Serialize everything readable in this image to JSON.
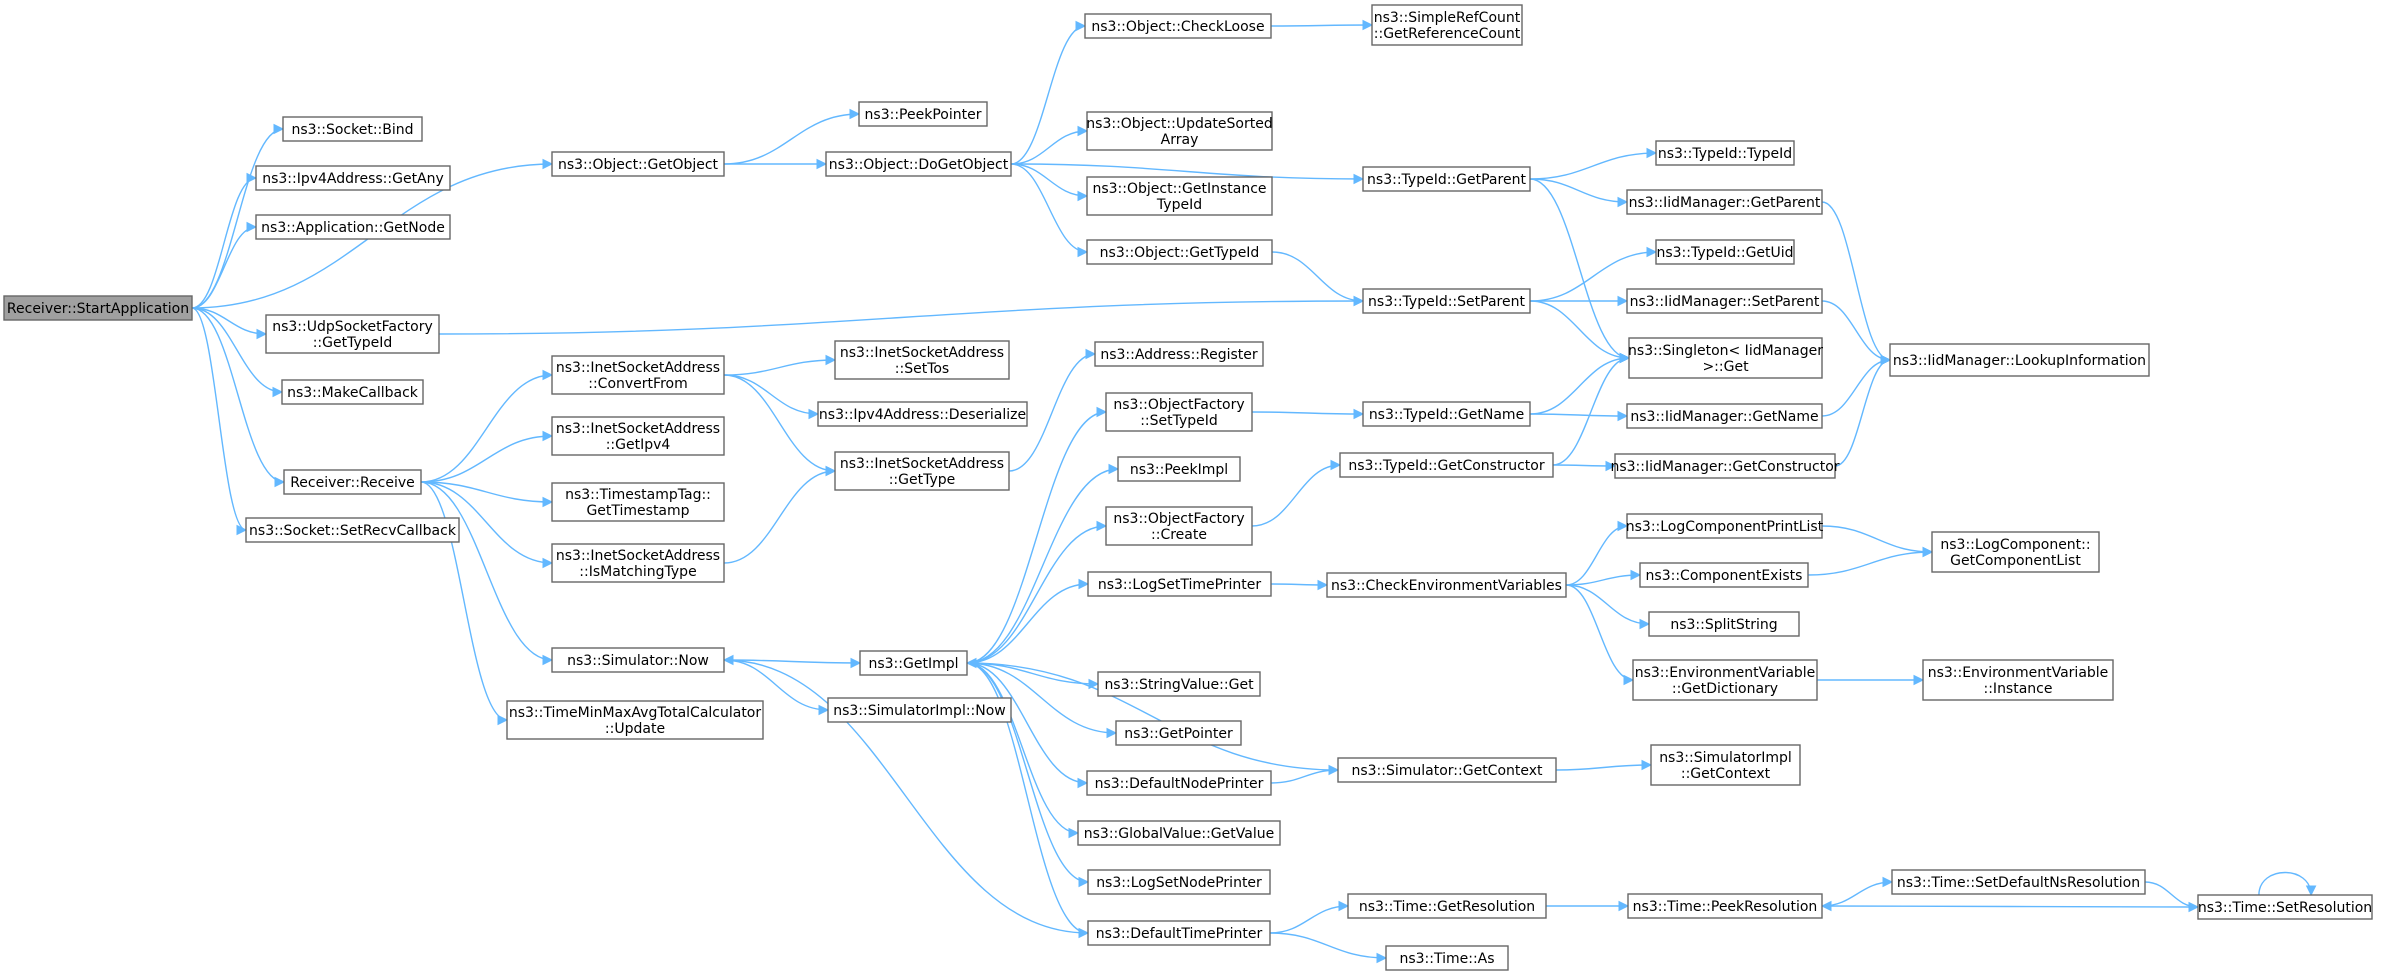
{
  "diagram": {
    "type": "call-graph",
    "colors": {
      "edge": "#63b8ff",
      "root_fill": "#a0a0a0",
      "node_fill": "#ffffff",
      "node_stroke": "#666666"
    },
    "nodes": [
      {
        "id": "n0",
        "lines": [
          "Receiver::StartApplication"
        ],
        "root": true
      },
      {
        "id": "n1",
        "lines": [
          "ns3::Socket::Bind"
        ]
      },
      {
        "id": "n2",
        "lines": [
          "ns3::Ipv4Address::GetAny"
        ]
      },
      {
        "id": "n3",
        "lines": [
          "ns3::Application::GetNode"
        ]
      },
      {
        "id": "n4",
        "lines": [
          "ns3::UdpSocketFactory",
          "::GetTypeId"
        ]
      },
      {
        "id": "n5",
        "lines": [
          "ns3::MakeCallback"
        ]
      },
      {
        "id": "n6",
        "lines": [
          "Receiver::Receive"
        ]
      },
      {
        "id": "n7",
        "lines": [
          "ns3::Socket::SetRecvCallback"
        ]
      },
      {
        "id": "n8",
        "lines": [
          "ns3::Object::GetObject"
        ]
      },
      {
        "id": "n9",
        "lines": [
          "ns3::InetSocketAddress",
          "::ConvertFrom"
        ]
      },
      {
        "id": "n10",
        "lines": [
          "ns3::InetSocketAddress",
          "::GetIpv4"
        ]
      },
      {
        "id": "n11",
        "lines": [
          "ns3::TimestampTag::",
          "GetTimestamp"
        ]
      },
      {
        "id": "n12",
        "lines": [
          "ns3::InetSocketAddress",
          "::IsMatchingType"
        ]
      },
      {
        "id": "n13",
        "lines": [
          "ns3::Simulator::Now"
        ]
      },
      {
        "id": "n14",
        "lines": [
          "ns3::TimeMinMaxAvgTotalCalculator",
          "::Update"
        ]
      },
      {
        "id": "n15",
        "lines": [
          "ns3::PeekPointer"
        ]
      },
      {
        "id": "n16",
        "lines": [
          "ns3::Object::DoGetObject"
        ]
      },
      {
        "id": "n17",
        "lines": [
          "ns3::InetSocketAddress",
          "::SetTos"
        ]
      },
      {
        "id": "n18",
        "lines": [
          "ns3::Ipv4Address::Deserialize"
        ]
      },
      {
        "id": "n19",
        "lines": [
          "ns3::InetSocketAddress",
          "::GetType"
        ]
      },
      {
        "id": "n20",
        "lines": [
          "ns3::GetImpl"
        ]
      },
      {
        "id": "n21",
        "lines": [
          "ns3::SimulatorImpl::Now"
        ]
      },
      {
        "id": "n22",
        "lines": [
          "ns3::Object::CheckLoose"
        ]
      },
      {
        "id": "n23",
        "lines": [
          "ns3::Object::UpdateSorted",
          "Array"
        ]
      },
      {
        "id": "n24",
        "lines": [
          "ns3::Object::GetInstance",
          "TypeId"
        ]
      },
      {
        "id": "n25",
        "lines": [
          "ns3::Object::GetTypeId"
        ]
      },
      {
        "id": "n26",
        "lines": [
          "ns3::Address::Register"
        ]
      },
      {
        "id": "n27",
        "lines": [
          "ns3::ObjectFactory",
          "::SetTypeId"
        ]
      },
      {
        "id": "n28",
        "lines": [
          "ns3::PeekImpl"
        ]
      },
      {
        "id": "n29",
        "lines": [
          "ns3::ObjectFactory",
          "::Create"
        ]
      },
      {
        "id": "n30",
        "lines": [
          "ns3::LogSetTimePrinter"
        ]
      },
      {
        "id": "n31",
        "lines": [
          "ns3::StringValue::Get"
        ]
      },
      {
        "id": "n32",
        "lines": [
          "ns3::GetPointer"
        ]
      },
      {
        "id": "n33",
        "lines": [
          "ns3::DefaultNodePrinter"
        ]
      },
      {
        "id": "n34",
        "lines": [
          "ns3::GlobalValue::GetValue"
        ]
      },
      {
        "id": "n35",
        "lines": [
          "ns3::LogSetNodePrinter"
        ]
      },
      {
        "id": "n36",
        "lines": [
          "ns3::DefaultTimePrinter"
        ]
      },
      {
        "id": "n37",
        "lines": [
          "ns3::SimpleRefCount",
          "::GetReferenceCount"
        ]
      },
      {
        "id": "n38",
        "lines": [
          "ns3::TypeId::GetParent"
        ]
      },
      {
        "id": "n39",
        "lines": [
          "ns3::TypeId::SetParent"
        ]
      },
      {
        "id": "n40",
        "lines": [
          "ns3::TypeId::GetName"
        ]
      },
      {
        "id": "n41",
        "lines": [
          "ns3::TypeId::GetConstructor"
        ]
      },
      {
        "id": "n42",
        "lines": [
          "ns3::CheckEnvironmentVariables"
        ]
      },
      {
        "id": "n43",
        "lines": [
          "ns3::Simulator::GetContext"
        ]
      },
      {
        "id": "n44",
        "lines": [
          "ns3::Time::GetResolution"
        ]
      },
      {
        "id": "n45",
        "lines": [
          "ns3::Time::As"
        ]
      },
      {
        "id": "n46",
        "lines": [
          "ns3::TypeId::TypeId"
        ]
      },
      {
        "id": "n47",
        "lines": [
          "ns3::IidManager::GetParent"
        ]
      },
      {
        "id": "n48",
        "lines": [
          "ns3::TypeId::GetUid"
        ]
      },
      {
        "id": "n49",
        "lines": [
          "ns3::IidManager::SetParent"
        ]
      },
      {
        "id": "n50",
        "lines": [
          "ns3::Singleton< IidManager",
          " >::Get"
        ]
      },
      {
        "id": "n51",
        "lines": [
          "ns3::IidManager::GetName"
        ]
      },
      {
        "id": "n52",
        "lines": [
          "ns3::IidManager::GetConstructor"
        ]
      },
      {
        "id": "n53",
        "lines": [
          "ns3::LogComponentPrintList"
        ]
      },
      {
        "id": "n54",
        "lines": [
          "ns3::ComponentExists"
        ]
      },
      {
        "id": "n55",
        "lines": [
          "ns3::SplitString"
        ]
      },
      {
        "id": "n56",
        "lines": [
          "ns3::EnvironmentVariable",
          "::GetDictionary"
        ]
      },
      {
        "id": "n57",
        "lines": [
          "ns3::SimulatorImpl",
          "::GetContext"
        ]
      },
      {
        "id": "n58",
        "lines": [
          "ns3::Time::PeekResolution"
        ]
      },
      {
        "id": "n59",
        "lines": [
          "ns3::Time::SetDefaultNsResolution"
        ]
      },
      {
        "id": "n60",
        "lines": [
          "ns3::IidManager::LookupInformation"
        ]
      },
      {
        "id": "n61",
        "lines": [
          "ns3::LogComponent::",
          "GetComponentList"
        ]
      },
      {
        "id": "n62",
        "lines": [
          "ns3::EnvironmentVariable",
          "::Instance"
        ]
      },
      {
        "id": "n63",
        "lines": [
          "ns3::Time::SetResolution"
        ]
      }
    ]
  }
}
